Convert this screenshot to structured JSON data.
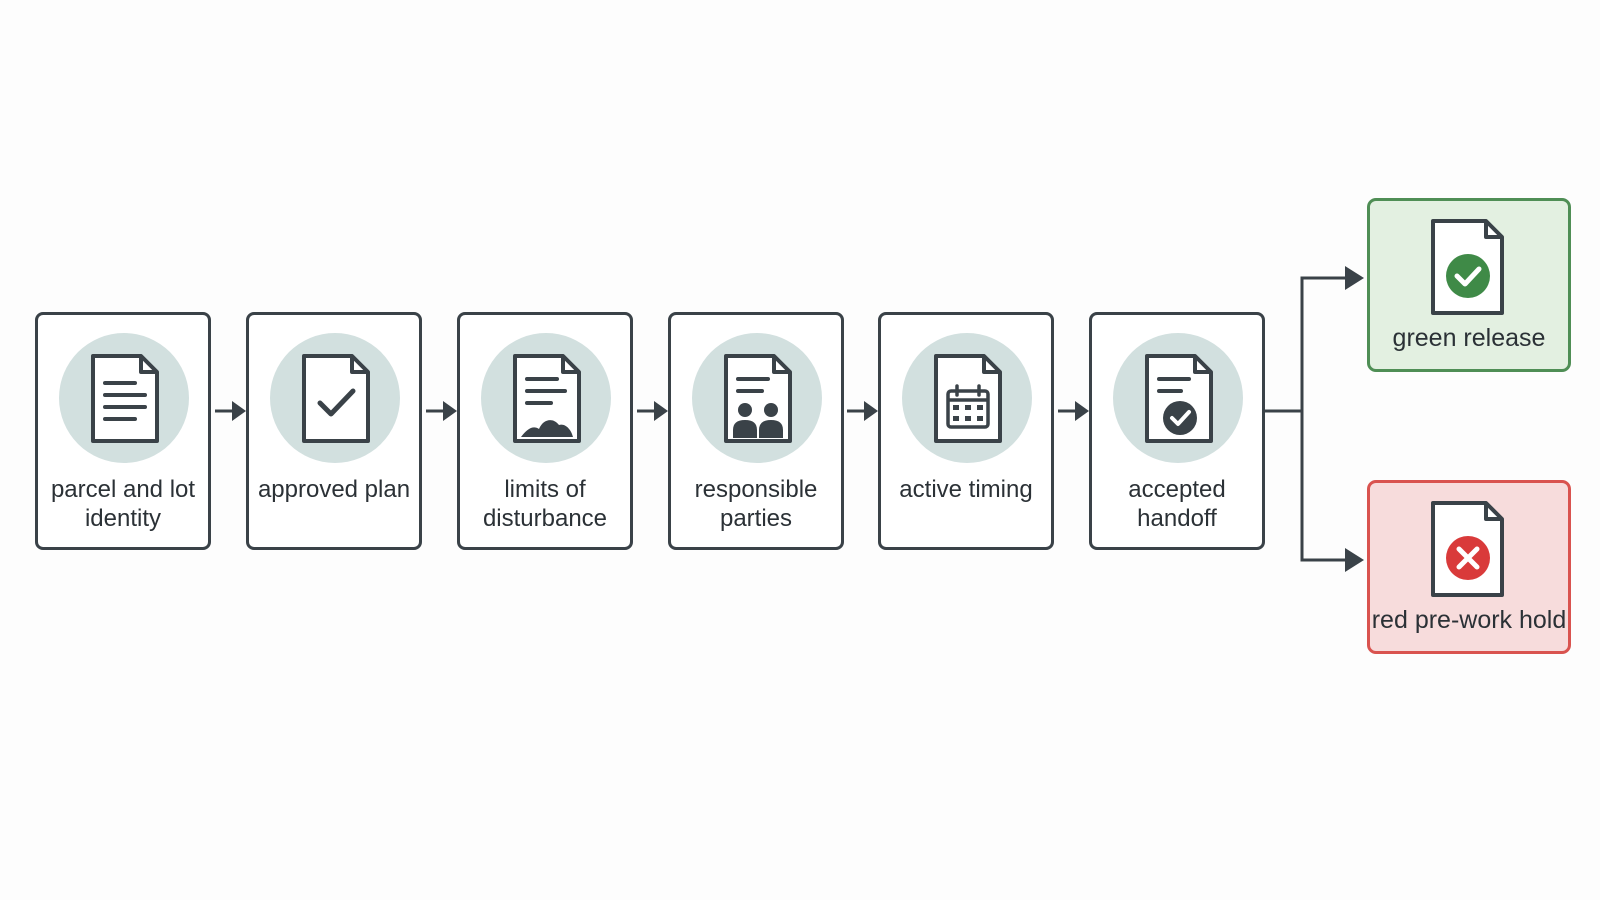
{
  "diagram": {
    "steps": [
      {
        "label": "parcel and lot identity",
        "icon": "document-lines-icon"
      },
      {
        "label": "approved plan",
        "icon": "document-check-icon"
      },
      {
        "label": "limits of disturbance",
        "icon": "document-terrain-icon"
      },
      {
        "label": "responsible parties",
        "icon": "document-people-icon"
      },
      {
        "label": "active timing",
        "icon": "document-calendar-icon"
      },
      {
        "label": "accepted handoff",
        "icon": "document-badge-check-icon"
      }
    ],
    "outcomes": [
      {
        "label": "green release",
        "icon": "document-green-check-icon",
        "fill": "#e3f0e1",
        "border": "#4f8e55",
        "accent": "#3f8a47"
      },
      {
        "label": "red pre-work hold",
        "icon": "document-red-x-icon",
        "fill": "#f7dcdc",
        "border": "#d9534f",
        "accent": "#d93a3a"
      }
    ],
    "colors": {
      "stroke": "#3a4248",
      "halo": "#d2e0df",
      "text": "#2b3136"
    }
  }
}
